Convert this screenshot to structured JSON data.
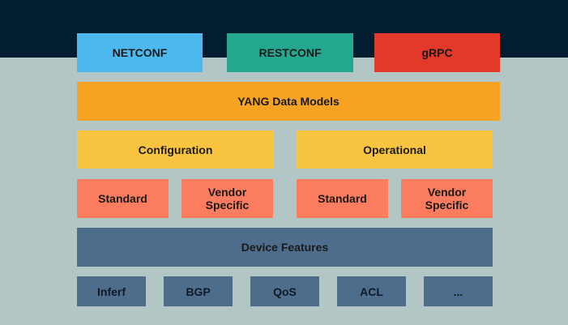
{
  "protocols": [
    {
      "label": "NETCONF",
      "color": "#4bb9ee"
    },
    {
      "label": "RESTCONF",
      "color": "#23a88f"
    },
    {
      "label": "gRPC",
      "color": "#e2392a"
    }
  ],
  "models": {
    "label": "YANG Data Models",
    "color": "#f6a222"
  },
  "categories": [
    {
      "label": "Configuration",
      "color": "#f9c440"
    },
    {
      "label": "Operational",
      "color": "#f9c440"
    }
  ],
  "sources": [
    {
      "label": "Standard",
      "color": "#fc7c5f"
    },
    {
      "label": "Vendor\nSpecific",
      "color": "#fc7c5f"
    },
    {
      "label": "Standard",
      "color": "#fc7c5f"
    },
    {
      "label": "Vendor\nSpecific",
      "color": "#fc7c5f"
    }
  ],
  "device_features": {
    "label": "Device Features",
    "color": "#4e6d8c"
  },
  "features": [
    {
      "label": "Inferf"
    },
    {
      "label": "BGP"
    },
    {
      "label": "QoS"
    },
    {
      "label": "ACL"
    },
    {
      "label": "..."
    }
  ],
  "colors": {
    "background_top": "#021c30",
    "background": "#b2c6c5",
    "feature_box": "#4e6d8c"
  }
}
